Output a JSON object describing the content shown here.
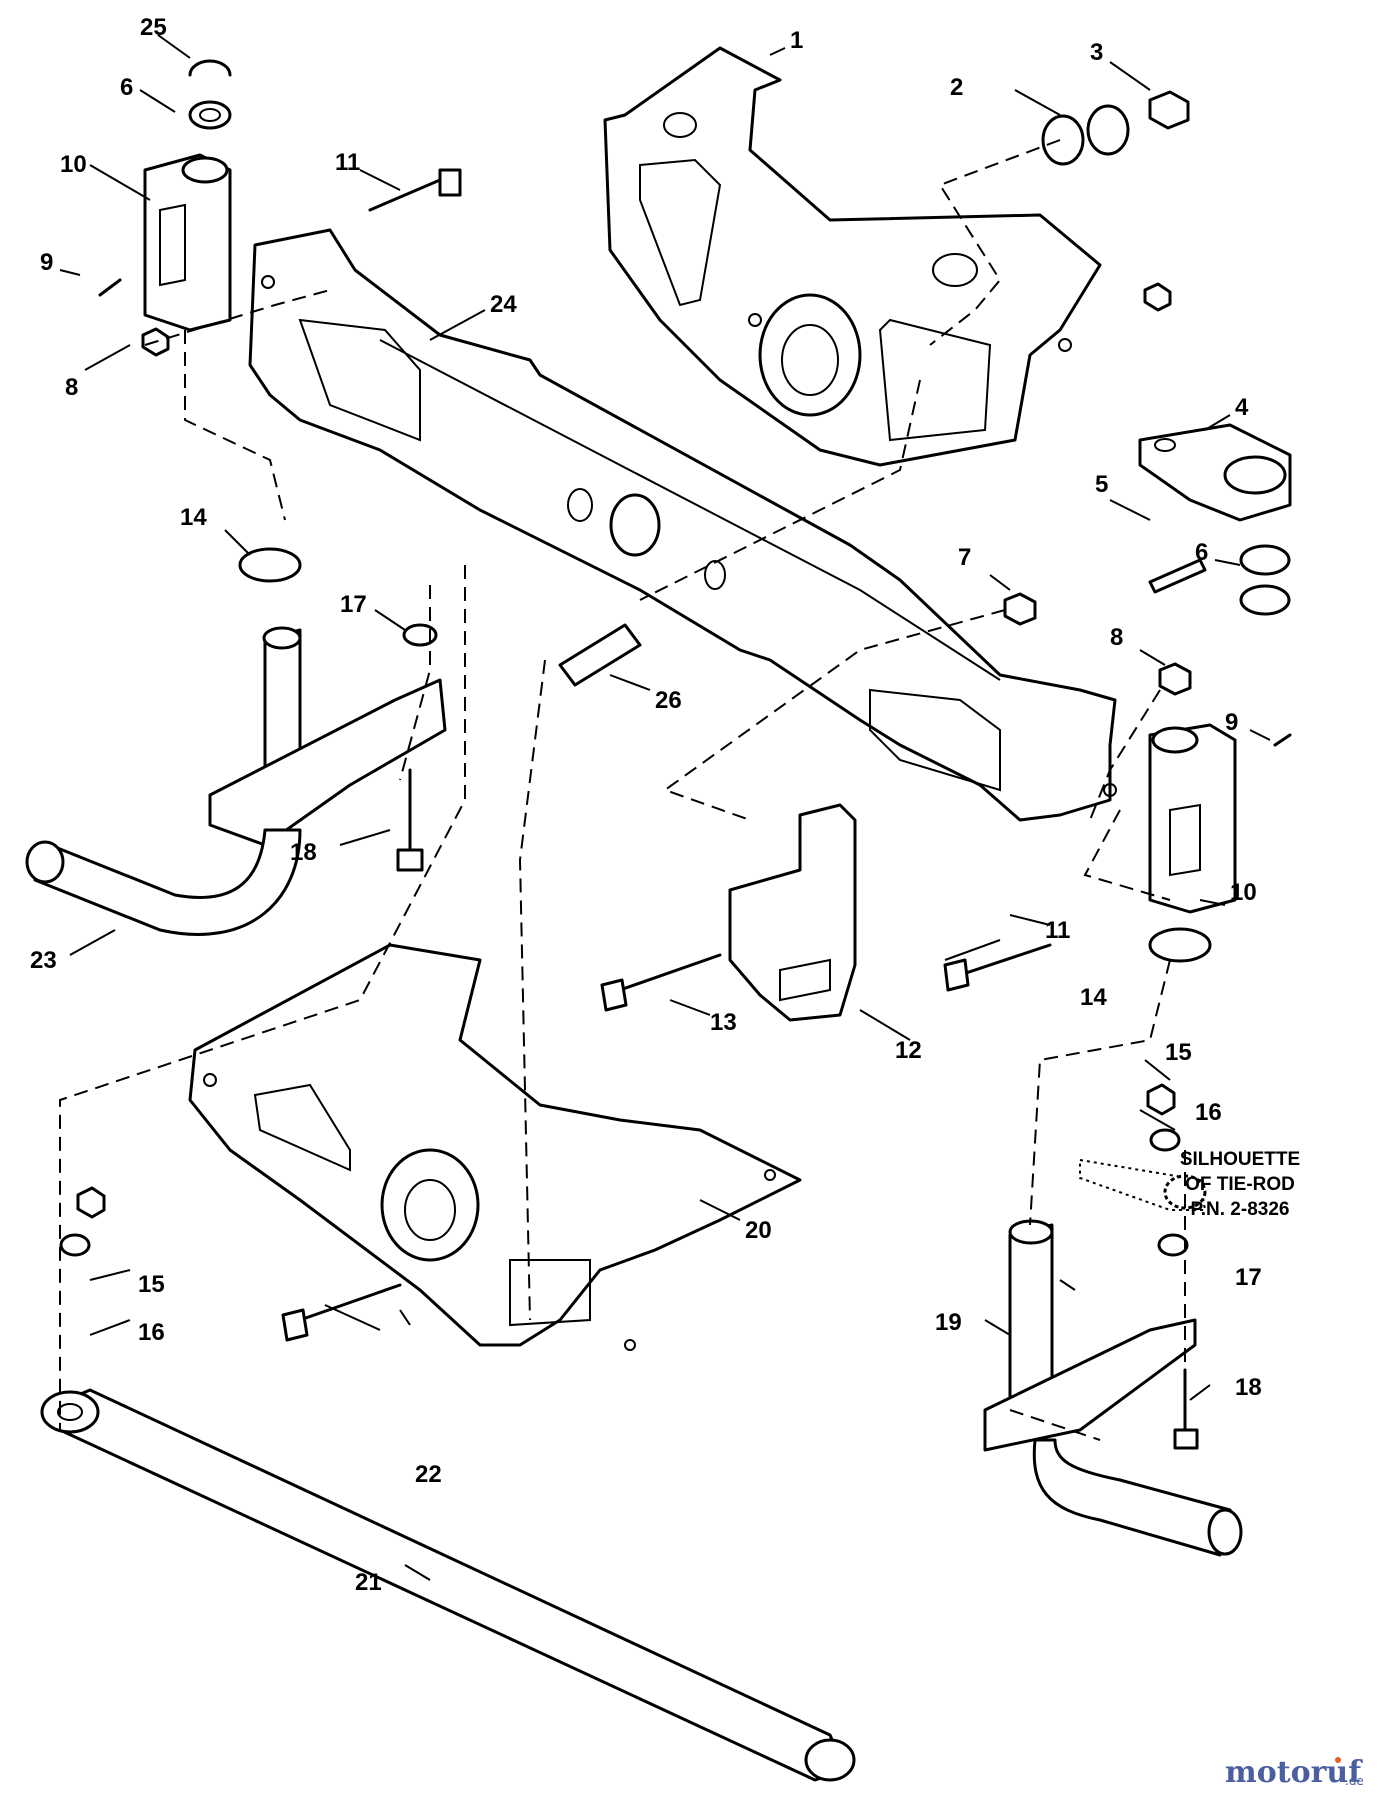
{
  "labels": {
    "l1": "1",
    "l2": "2",
    "l3": "3",
    "l4": "4",
    "l5": "5",
    "l6a": "6",
    "l6b": "6",
    "l7": "7",
    "l8a": "8",
    "l8b": "8",
    "l9a": "9",
    "l9b": "9",
    "l10a": "10",
    "l10b": "10",
    "l11a": "11",
    "l11b": "11",
    "l12": "12",
    "l13": "13",
    "l14a": "14",
    "l14b": "14",
    "l15a": "15",
    "l15b": "15",
    "l16a": "16",
    "l16b": "16",
    "l17a": "17",
    "l17b": "17",
    "l18a": "18",
    "l18b": "18",
    "l19": "19",
    "l20": "20",
    "l21": "21",
    "l22": "22",
    "l23": "23",
    "l24": "24",
    "l25": "25",
    "l26": "26"
  },
  "note": {
    "line1": "SILHOUETTE",
    "line2": "OF TIE-ROD",
    "line3": "P.N. 2-8326"
  },
  "watermark": {
    "text": "motoruf",
    "suffix": ".de",
    "color": "#4a5ea0",
    "accent": "#e0602a"
  }
}
